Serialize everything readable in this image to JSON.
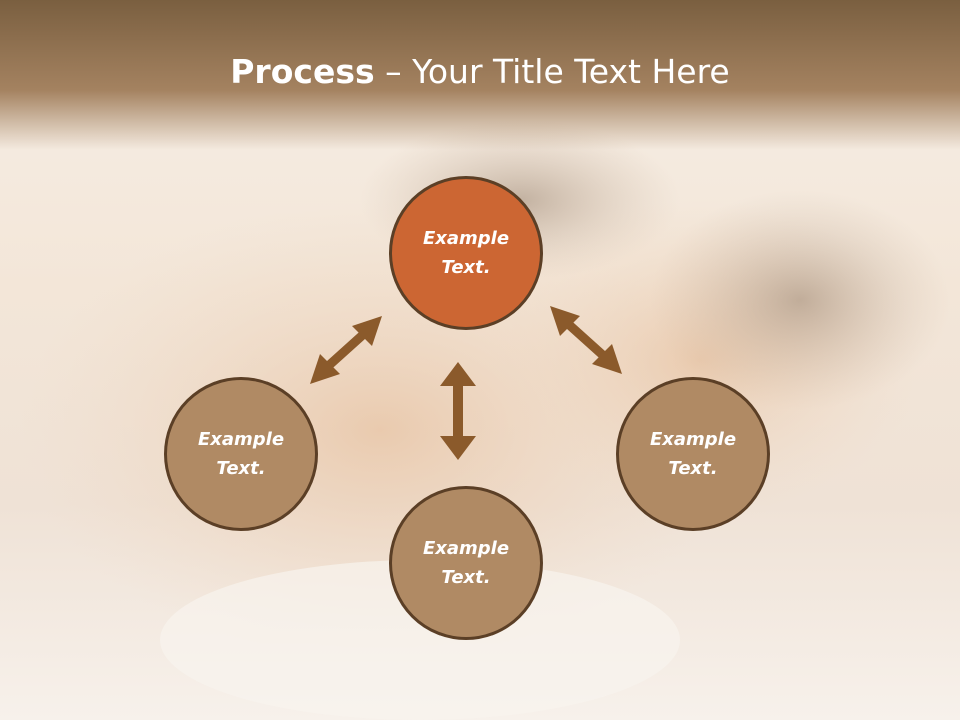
{
  "title": {
    "bold": "Process",
    "rest": " – Your Title Text Here"
  },
  "nodes": [
    {
      "text": "Example\nText."
    },
    {
      "text": "Example\nText."
    },
    {
      "text": "Example\nText."
    },
    {
      "text": "Example\nText."
    }
  ],
  "colors": {
    "header": "#8c6c4a",
    "center_node": "#cc6633",
    "side_node": "#b08a64",
    "node_border": "#5b3f26",
    "arrow": "#8b5a2b"
  }
}
